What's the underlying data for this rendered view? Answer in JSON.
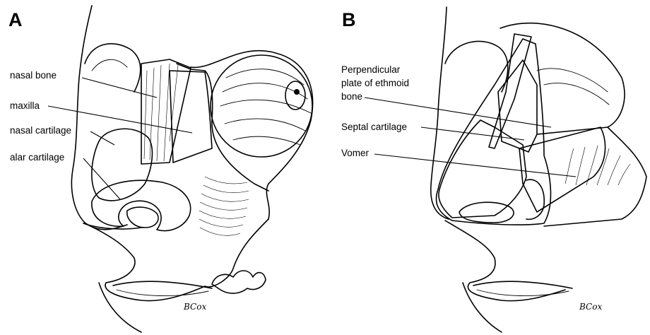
{
  "panels": [
    {
      "letter": "A",
      "labels": [
        "nasal bone",
        "maxilla",
        "nasal cartilage",
        "alar cartilage"
      ],
      "signature": "BCox"
    },
    {
      "letter": "B",
      "labels": [
        "Perpendicular",
        "plate of ethmoid",
        "bone",
        "Septal cartilage",
        "Vomer"
      ],
      "signature": "BCox"
    }
  ]
}
